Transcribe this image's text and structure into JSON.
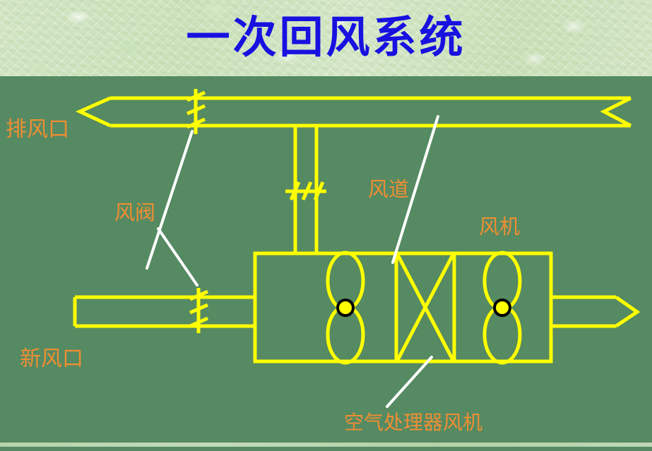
{
  "slide": {
    "title": "一次回风系统",
    "title_color": "#1811e0",
    "background_color": "#558a62",
    "banner_color": "#cfe3bd",
    "line_color": "#ffff00",
    "label_color": "#ef8e33",
    "leader_color": "#ffffff"
  },
  "labels": {
    "exhaust_outlet": "排风口",
    "air_damper": "风阀",
    "air_duct": "风道",
    "fan": "风机",
    "fresh_air_inlet": "新风口",
    "air_handler_fan": "空气处理器风机"
  },
  "diagram": {
    "components": [
      {
        "name": "exhaust-duct",
        "label": "排风口"
      },
      {
        "name": "exhaust-damper",
        "label": "风阀"
      },
      {
        "name": "return-duct",
        "label": "风道"
      },
      {
        "name": "return-damper",
        "label": "风阀"
      },
      {
        "name": "fresh-air-duct",
        "label": "新风口"
      },
      {
        "name": "fresh-air-damper",
        "label": "风阀"
      },
      {
        "name": "air-handling-unit",
        "label": "空气处理器风机"
      },
      {
        "name": "supply-fan",
        "label": "风机"
      },
      {
        "name": "cooling-coil",
        "label": ""
      },
      {
        "name": "supply-duct",
        "label": ""
      }
    ]
  }
}
